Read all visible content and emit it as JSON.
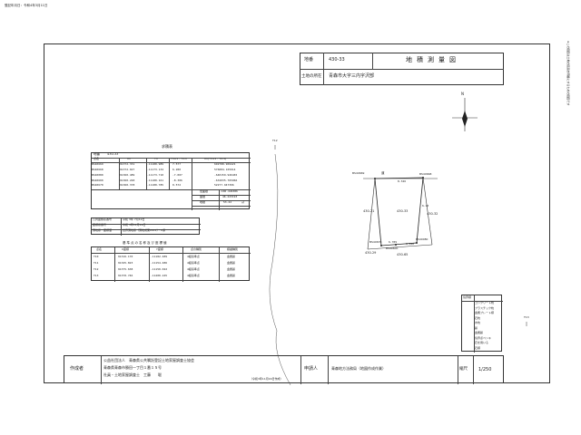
{
  "header": {
    "issue_date": "登記年月日：令和4年3月11日",
    "side_note": "※この図面は土地の区画を明確にするための図面です"
  },
  "title_block": {
    "lot_label": "地番",
    "lot_value": "430-33",
    "location_label": "土地の所在",
    "location_value": "青森市大字三内字沢部",
    "doc_title": "地積測量図"
  },
  "coord_table": {
    "title": "求積表",
    "lot_label": "地番",
    "lot_value": "430-33",
    "headers": [
      "点名",
      "Xn",
      "Yn",
      "Yn+1 - Yn-1",
      "Xn(Yn+1 - Yn-1)"
    ],
    "rows": [
      [
        "BS40669",
        "91372.331",
        "-11180.989",
        "7.577",
        "692780.969421"
      ],
      [
        "BS40668",
        "91372.027",
        "-11173.134",
        "6.280",
        "576084.165914"
      ],
      [
        "BS40080",
        "91360.489",
        "-11173.710",
        "-7.007",
        "-640159.946465"
      ],
      [
        "BS40600",
        "91360.248",
        "-11180.161",
        "-8.306",
        "-632035.765966"
      ],
      [
        "BS40670",
        "91360.378",
        "-11180.785",
        "0.572",
        "52277.947396"
      ]
    ],
    "double_area_label": "倍面積",
    "double_area_value": "-106.446386",
    "area_label": "面積",
    "area_value": "46.223193",
    "land_area_label": "地積",
    "land_area_value": "53.22",
    "land_area_unit": "㎡"
  },
  "survey_info": {
    "rows": [
      [
        "公共座標系番号",
        "令和 3年 7月19日"
      ],
      [
        "座標系番号",
        "令和 3年11月19日"
      ],
      [
        "測地系・座標値",
        "世界測地系（測地成果2011）・X系"
      ]
    ]
  },
  "ref_points": {
    "title": "基準点の名称及び座標値",
    "headers": [
      "点名",
      "X座標",
      "Y座標",
      "点の種別",
      "標識種別"
    ],
    "rows": [
      [
        "T10",
        "91316.170",
        "-11182.489",
        "4級基準点",
        "金属鋲"
      ],
      [
        "T11",
        "91345.823",
        "-11154.486",
        "4級基準点",
        "金属鋲"
      ],
      [
        "T12",
        "91375.638",
        "-11150.022",
        "4級基準点",
        "金属鋲"
      ],
      [
        "T13",
        "91370.746",
        "-11200.245",
        "4級基準点",
        "金属鋲"
      ]
    ]
  },
  "legend": {
    "title": "境界標",
    "items": [
      "コンクリート杭",
      "プラスチック杭",
      "金属プレート標",
      "石杭",
      "木杭",
      "鋲",
      "金属鋲",
      "境界点ペンキ",
      "石を用いる",
      "石標"
    ]
  },
  "drawing": {
    "road_label": "道",
    "parcels": [
      "430-21",
      "430-33",
      "430-32",
      "430-29",
      "430-65"
    ],
    "point_labels": [
      "BS40669",
      "BS40668",
      "BS40670",
      "BS40080",
      "BS40600"
    ],
    "dims": [
      "8.346",
      "6.789",
      "6.23",
      "6.240"
    ],
    "north_label": "N",
    "margin_marks": [
      "T12",
      "T13"
    ]
  },
  "footer": {
    "preparer_label": "作成者",
    "preparer_lines": [
      "公益社団法人　青森県公共嘱託登記土地家屋調査士協会",
      "青森県青森市勝田一丁目１番１５号",
      "社員・土地家屋調査士　工藤　　聡"
    ],
    "created_note": "（令和3年11月16日作成）",
    "applicant_label": "申請人",
    "applicant_value": "青森地方法務局（地図作成作業）",
    "scale_label": "縮尺",
    "scale_value": "1/250"
  }
}
